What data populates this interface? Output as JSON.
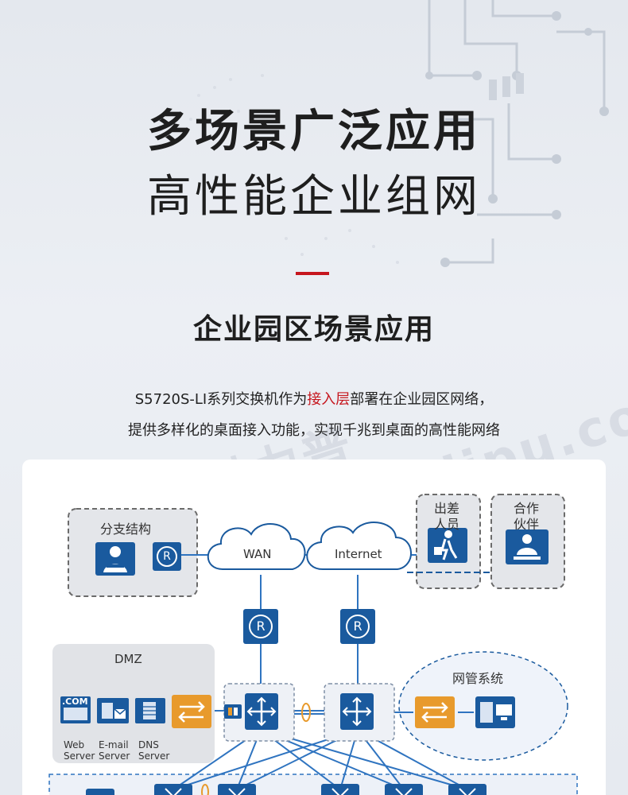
{
  "headline": {
    "line1": "多场景广泛应用",
    "line2": "高性能企业组网"
  },
  "subtitle": "企业园区场景应用",
  "description": {
    "line1_before": "S5720S-LI系列交换机作为",
    "line1_highlight": "接入层",
    "line1_after": "部署在企业园区网络，",
    "line2": "提供多样化的桌面接入功能，实现千兆到桌面的高性能网络"
  },
  "watermark": "科力普 www.colipu.com",
  "diagram": {
    "branch_label": "分支结构",
    "wan_label": "WAN",
    "internet_label": "Internet",
    "travel_label_1": "出差",
    "travel_label_2": "人员",
    "partner_label_1": "合作",
    "partner_label_2": "伙伴",
    "dmz_label": "DMZ",
    "nms_label": "网管系统",
    "com_label": ".COM",
    "router_glyph": "R",
    "web_server_1": "Web",
    "web_server_2": "Server",
    "email_server_1": "E-mail",
    "email_server_2": "Server",
    "dns_server_1": "DNS",
    "dns_server_2": "Server"
  },
  "colors": {
    "accent_red": "#c6161e",
    "device_blue": "#1a5a9e",
    "link_blue": "#2f74c0",
    "arrow_orange": "#e89a2c"
  }
}
